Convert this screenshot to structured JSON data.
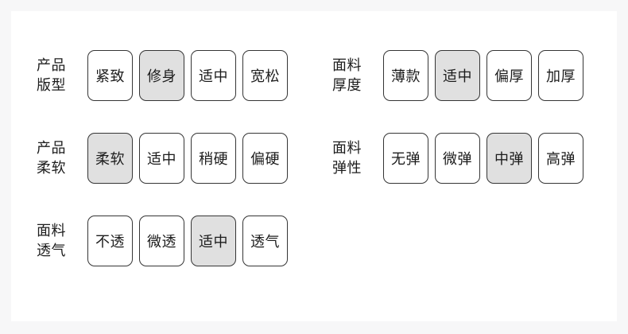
{
  "theme": {
    "page_background": "#f7f7f8",
    "card_background": "#ffffff",
    "border_color": "#353535",
    "text_color": "#1c1c1c",
    "selected_fill": "#e0e0e0"
  },
  "attribute_groups": {
    "left_column": [
      {
        "label": "产品\n版型",
        "label_line1": "产品",
        "label_line2": "版型",
        "options": [
          {
            "text": "紧致",
            "selected": false
          },
          {
            "text": "修身",
            "selected": true
          },
          {
            "text": "适中",
            "selected": false
          },
          {
            "text": "宽松",
            "selected": false
          }
        ]
      },
      {
        "label": "产品\n柔软",
        "label_line1": "产品",
        "label_line2": "柔软",
        "options": [
          {
            "text": "柔软",
            "selected": true
          },
          {
            "text": "适中",
            "selected": false
          },
          {
            "text": "稍硬",
            "selected": false
          },
          {
            "text": "偏硬",
            "selected": false
          }
        ]
      },
      {
        "label": "面料\n透气",
        "label_line1": "面料",
        "label_line2": "透气",
        "options": [
          {
            "text": "不透",
            "selected": false
          },
          {
            "text": "微透",
            "selected": false
          },
          {
            "text": "适中",
            "selected": true
          },
          {
            "text": "透气",
            "selected": false
          }
        ]
      }
    ],
    "right_column": [
      {
        "label": "面料\n厚度",
        "label_line1": "面料",
        "label_line2": "厚度",
        "options": [
          {
            "text": "薄款",
            "selected": false
          },
          {
            "text": "适中",
            "selected": true
          },
          {
            "text": "偏厚",
            "selected": false
          },
          {
            "text": "加厚",
            "selected": false
          }
        ]
      },
      {
        "label": "面料\n弹性",
        "label_line1": "面料",
        "label_line2": "弹性",
        "options": [
          {
            "text": "无弹",
            "selected": false
          },
          {
            "text": "微弹",
            "selected": false
          },
          {
            "text": "中弹",
            "selected": true
          },
          {
            "text": "高弹",
            "selected": false
          }
        ]
      }
    ]
  }
}
